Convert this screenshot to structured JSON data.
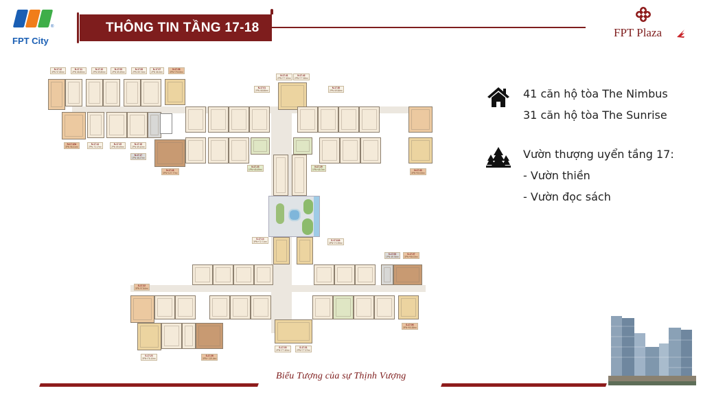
{
  "header": {
    "brand_left": "FPT City",
    "brand_left_reg": "®",
    "title": "THÔNG TIN TẦNG 17-18",
    "brand_right": "FPT Plaza"
  },
  "colors": {
    "brand_red": "#7e1d1d",
    "fpt_blue": "#1a5fb4",
    "fpt_orange": "#f07d1a",
    "fpt_green": "#3fae49"
  },
  "info": {
    "apartments": {
      "icon": "house-icon",
      "lines": [
        "41 căn hộ tòa The Nimbus",
        "31 căn hộ tòa The Sunrise"
      ]
    },
    "garden": {
      "icon": "trees-icon",
      "lines": [
        "Vườn thượng uyển tầng 17:",
        "- Vườn thiền",
        "- Vườn đọc sách"
      ]
    }
  },
  "floorplan": {
    "nimbus_top_labels": [
      {
        "code": "N-17.12",
        "area": "3PN 97.80m²"
      },
      {
        "code": "N-17.11",
        "area": "2PN 68.80m²"
      },
      {
        "code": "N-17.10",
        "area": "2PN 69.80m²"
      },
      {
        "code": "N-17.09",
        "area": "2PN 69.49m²"
      },
      {
        "code": "N-17.08",
        "area": "2PN 69.74m²"
      },
      {
        "code": "N-17.07",
        "area": "2PN 68.3m²"
      },
      {
        "code": "N-17.06",
        "area": "3PN+79.03m²"
      },
      {
        "code": "N-17.41",
        "area": "2PN+77.40m²"
      },
      {
        "code": "N-17.42",
        "area": "2PN+77.38m²"
      },
      {
        "code": "N-17.01",
        "area": "2PN 68.88m²"
      },
      {
        "code": "N-17.38",
        "area": "2PN 69.58m²"
      }
    ],
    "nimbus_mid_labels": [
      {
        "code": "N-17.05",
        "area": "2PN 69.74m²"
      },
      {
        "code": "N-17.04",
        "area": "2PN 69.34m²"
      },
      {
        "code": "N-17.03",
        "area": "2PN 69.28m²"
      },
      {
        "code": "N-17.02",
        "area": "2PN 69.78m²"
      },
      {
        "code": "N-17.36",
        "area": "2PN 71.13m²"
      },
      {
        "code": "N-17.37",
        "area": "2PN 69.74m²"
      },
      {
        "code": "N-17.36",
        "area": "2PN 69.68m²"
      },
      {
        "code": "N-17.35",
        "area": "2PN 71.58m²"
      },
      {
        "code": "N-17.34",
        "area": "3PN 89.62m²"
      }
    ],
    "nimbus_lower_labels": [
      {
        "code": "N-17.12A",
        "area": "3PN 96.31m²"
      },
      {
        "code": "N-17.14",
        "area": "2PN 72.17m²"
      },
      {
        "code": "N-17.15",
        "area": "2PN 69.49m²"
      },
      {
        "code": "N-17.16",
        "area": "2PN 69.42m²"
      },
      {
        "code": "N-17.17",
        "area": "1PN 46.27m²"
      },
      {
        "code": "N-17.18",
        "area": "3PN+127.77m²"
      },
      {
        "code": "N-17.19",
        "area": "2PN 69.69m²"
      },
      {
        "code": "N-17.20",
        "area": "2PN 69.84m²"
      },
      {
        "code": "N-17.21",
        "area": "2PN 69.00m²"
      },
      {
        "code": "N-17.23",
        "area": "1PN+45.49m²"
      },
      {
        "code": "N-17.22",
        "area": "2PN 68.5m²"
      },
      {
        "code": "N-17.24",
        "area": "2PN 59.13m²"
      },
      {
        "code": "N-17.25",
        "area": "2PN 70.67m²"
      },
      {
        "code": "N-17.29",
        "area": "1PN+45.7m²"
      },
      {
        "code": "N-17.27",
        "area": "2PN 65.3m²"
      },
      {
        "code": "N-17.26",
        "area": "2PN 70.67m²"
      },
      {
        "code": "N-17.30",
        "area": "2PN 69.68m²"
      },
      {
        "code": "N-17.31",
        "area": "2PN 69.18m²"
      },
      {
        "code": "N-17.32",
        "area": "2PN 86.79m²"
      },
      {
        "code": "N-17.33",
        "area": "3PN+90.03m²"
      },
      {
        "code": "N-17.39",
        "area": "2PN 72.63m²"
      }
    ],
    "sunrise_upper_labels": [
      {
        "code": "S-17.14",
        "area": "3PN+72.71m²"
      },
      {
        "code": "S-17.16",
        "area": "2PN 64.93m²"
      },
      {
        "code": "S-17.19",
        "area": "2PN 70.28m²"
      },
      {
        "code": "S-17.18",
        "area": "2PN 69.72m²"
      },
      {
        "code": "S-17.17",
        "area": "2PN 73.47m²"
      },
      {
        "code": "S-17.15",
        "area": "2PN 59.08m²"
      },
      {
        "code": "S-17.12A",
        "area": "3PN+72.39m²"
      },
      {
        "code": "S-17.11",
        "area": "2PN 61.40m²"
      },
      {
        "code": "S-17.12",
        "area": "2PN 69.00m²"
      },
      {
        "code": "S-17.10",
        "area": "2PN 69.75m²"
      },
      {
        "code": "S-17.09",
        "area": "2PN 69.08m²"
      },
      {
        "code": "S-17.08",
        "area": "1PN 49.78m²"
      },
      {
        "code": "S-17.07",
        "area": "3PN+98.03m²"
      }
    ],
    "sunrise_lower_labels": [
      {
        "code": "S-17.22",
        "area": "3PN 97.84m²"
      },
      {
        "code": "S-17.21",
        "area": "2PN 69.84m²"
      },
      {
        "code": "S-17.20",
        "area": "2PN 69.69m²"
      },
      {
        "code": "S-17.27",
        "area": "2PN 75.50m²"
      },
      {
        "code": "S-17.28",
        "area": "2PN 58.5m²"
      },
      {
        "code": "S-17.29",
        "area": "2PN 56.78m²"
      },
      {
        "code": "S-17.02",
        "area": "1PN+46.22m²"
      },
      {
        "code": "S-17.03",
        "area": "2PN 70.52m²"
      },
      {
        "code": "S-17.04",
        "area": "2PN 69.78m²"
      },
      {
        "code": "S-17.05",
        "area": "2PN 69.83m²"
      },
      {
        "code": "S-17.06",
        "area": "3PN+90.38m²"
      },
      {
        "code": "S-17.01",
        "area": "2PN 56.78m²"
      },
      {
        "code": "S-17.30",
        "area": "2PN+77.40m²"
      },
      {
        "code": "S-17.31",
        "area": "2PN+77.37m²"
      },
      {
        "code": "S-17.23",
        "area": "3PN+76.10m²"
      },
      {
        "code": "S-17.24",
        "area": "2PN 69.89m²"
      },
      {
        "code": "S-17.25",
        "area": "2PN 69.01m²"
      },
      {
        "code": "S-17.26",
        "area": "3PN+ 119.4m²"
      }
    ]
  },
  "footer": {
    "slogan": "Biểu Tượng của sự Thịnh Vượng"
  }
}
